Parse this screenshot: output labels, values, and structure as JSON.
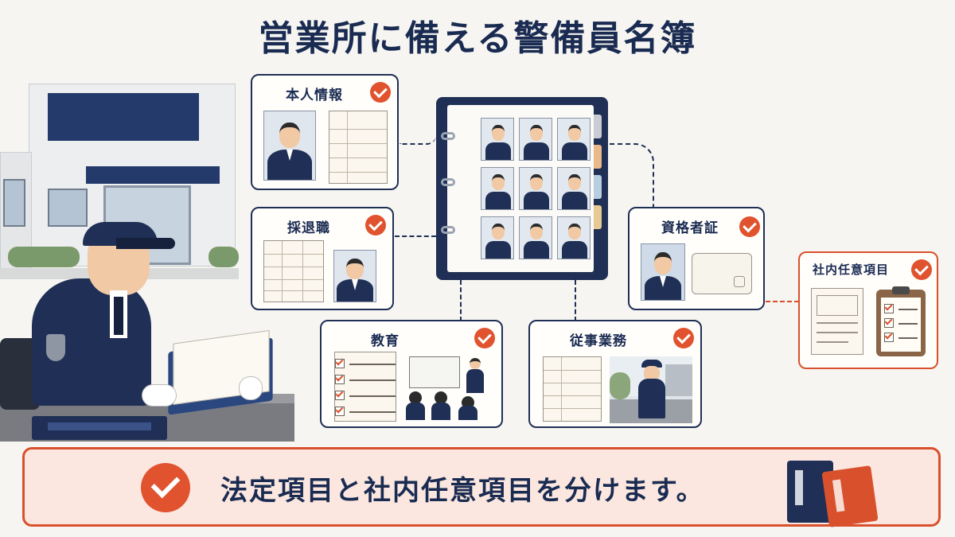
{
  "title": "営業所に備える警備員名簿",
  "cards": {
    "personal_info": "本人情報",
    "employment": "採退職",
    "education": "教育",
    "duties": "従事業務",
    "qualification": "資格者証",
    "internal": "社内任意項目"
  },
  "banner": {
    "text": "法定項目と社内任意項目を分けます。"
  },
  "colors": {
    "navy": "#1f2f55",
    "accent": "#e0532e",
    "background": "#f6f5f1"
  }
}
